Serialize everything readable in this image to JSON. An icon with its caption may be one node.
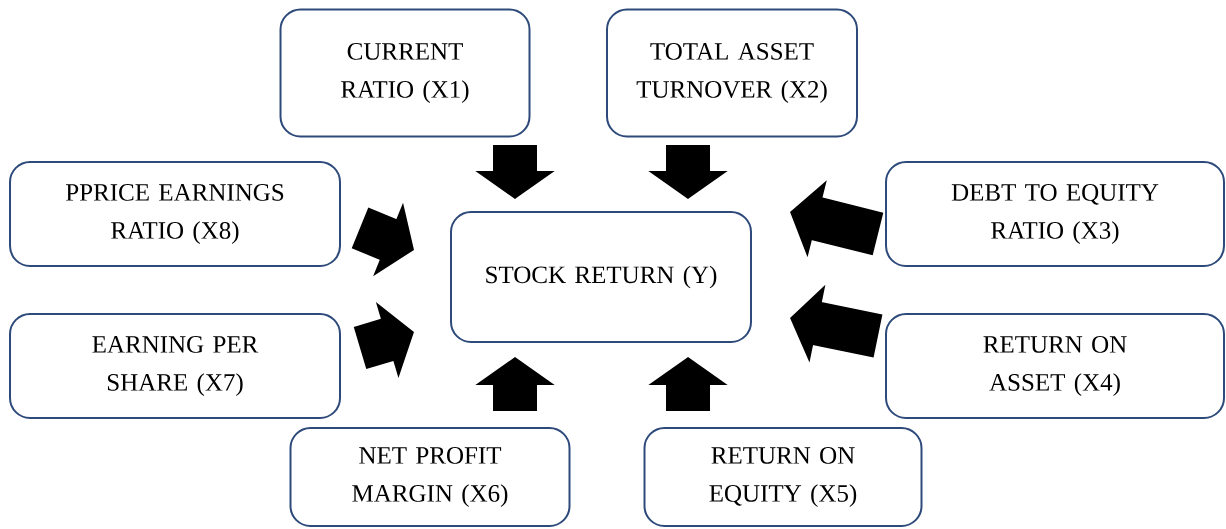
{
  "diagram": {
    "nodes": [
      {
        "text": [
          "CURRENT RATIO (X1)"
        ]
      },
      {
        "text": [
          "TOTAL ASSET TURNOVER (X2)"
        ]
      },
      {
        "text": [
          "DEBT TO EQUITY RATIO (X3)"
        ]
      },
      {
        "text": [
          "RETURN ON ASSET (X4)"
        ]
      },
      {
        "text": [
          "RETURN ON EQUITY (X5)"
        ]
      },
      {
        "text": [
          "NET PROFIT MARGIN (X6)"
        ]
      },
      {
        "text": [
          "EARNING PER SHARE (X7)"
        ]
      },
      {
        "text": [
          "PPRICE EARNINGS RATIO (X8)"
        ]
      },
      {
        "text": [
          "STOCK RETURN (Y)"
        ]
      }
    ],
    "edges": [
      {
        "from": 0,
        "to": 8,
        "arrow": "to"
      },
      {
        "from": 1,
        "to": 8,
        "arrow": "to"
      },
      {
        "from": 2,
        "to": 8,
        "arrow": "to"
      },
      {
        "from": 3,
        "to": 8,
        "arrow": "to"
      },
      {
        "from": 4,
        "to": 8,
        "arrow": "to"
      },
      {
        "from": 5,
        "to": 8,
        "arrow": "to"
      },
      {
        "from": 6,
        "to": 8,
        "arrow": "to"
      },
      {
        "from": 7,
        "to": 8,
        "arrow": "to"
      }
    ]
  }
}
